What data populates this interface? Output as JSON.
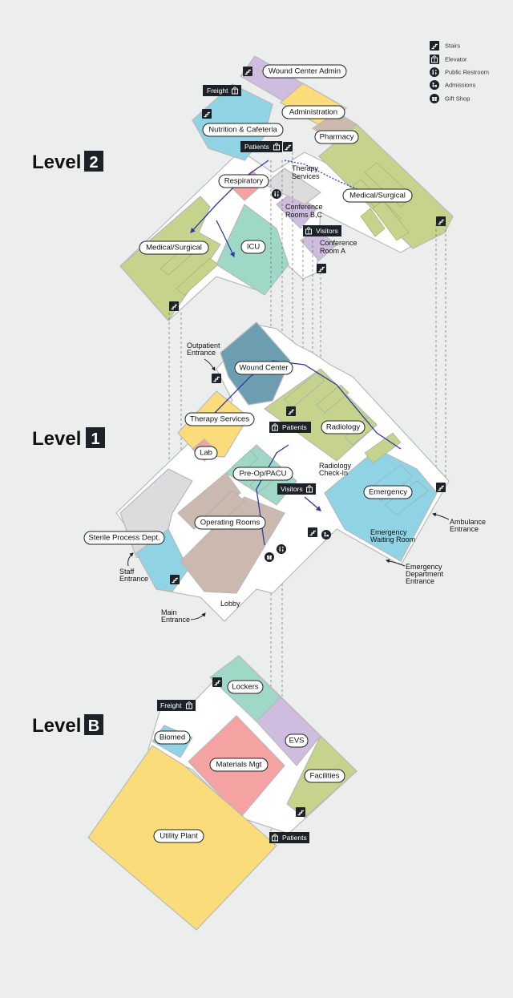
{
  "legend": [
    {
      "icon": "stairs-icon",
      "label": "Stairs"
    },
    {
      "icon": "elevator-icon",
      "label": "Elevator"
    },
    {
      "icon": "restroom-icon",
      "label": "Public Restroom"
    },
    {
      "icon": "admissions-icon",
      "label": "Admissions"
    },
    {
      "icon": "gift-shop-icon",
      "label": "Gift Shop"
    }
  ],
  "colors": {
    "background": "#eceeee",
    "corridor": "#ffffff",
    "green": "#c5d38c",
    "blue": "#8fd3e5",
    "purple": "#cfbddf",
    "yellow": "#fadc7a",
    "beige": "#cbb9b0",
    "teal": "#9fd8c7",
    "steel": "#6c9db1",
    "pink": "#f4a3a2",
    "gray": "#dcdcde",
    "dark": "#1c2227",
    "route": "#2f3aa3"
  },
  "levels": {
    "level2": {
      "word": "Level",
      "number": "2",
      "labels": {
        "wound_center_admin": "Wound Center Admin",
        "administration": "Administration",
        "pharmacy": "Pharmacy",
        "nutrition": "Nutrition & Cafeteria",
        "respiratory": "Respiratory",
        "medical_surgical_left": "Medical/Surgical",
        "medical_surgical_right": "Medical/Surgical",
        "icu": "ICU"
      },
      "text": {
        "therapy_services_1": "Therapy",
        "therapy_services_2": "Services",
        "conf_bc_1": "Conference",
        "conf_bc_2": "Rooms B,C",
        "conf_a_1": "Conference",
        "conf_a_2": "Room A"
      },
      "tags": {
        "freight": "Freight",
        "patients": "Patients",
        "visitors": "Visitors"
      }
    },
    "level1": {
      "word": "Level",
      "number": "1",
      "labels": {
        "wound_center": "Wound Center",
        "therapy_services": "Therapy Services",
        "radiology": "Radiology",
        "lab": "Lab",
        "pre_op": "Pre-Op/PACU",
        "emergency": "Emergency",
        "operating_rooms": "Operating Rooms",
        "sterile": "Sterile Process Dept."
      },
      "text": {
        "outpatient_1": "Outpatient",
        "outpatient_2": "Entrance",
        "radiology_checkin_1": "Radiology",
        "radiology_checkin_2": "Check-In",
        "er_waiting_1": "Emergency",
        "er_waiting_2": "Waiting Room",
        "ambulance_1": "Ambulance",
        "ambulance_2": "Entrance",
        "ed_entrance_1": "Emergency",
        "ed_entrance_2": "Department",
        "ed_entrance_3": "Entrance",
        "staff_1": "Staff",
        "staff_2": "Entrance",
        "main_1": "Main",
        "main_2": "Entrance",
        "lobby": "Lobby"
      },
      "tags": {
        "patients": "Patients",
        "visitors": "Visitors"
      }
    },
    "levelB": {
      "word": "Level",
      "number": "B",
      "labels": {
        "lockers": "Lockers",
        "biomed": "Biomed",
        "materials": "Materials Mgt",
        "evs": "EVS",
        "facilities": "Facilities",
        "utility": "Utility Plant"
      },
      "tags": {
        "freight": "Freight",
        "patients": "Patients"
      }
    }
  }
}
